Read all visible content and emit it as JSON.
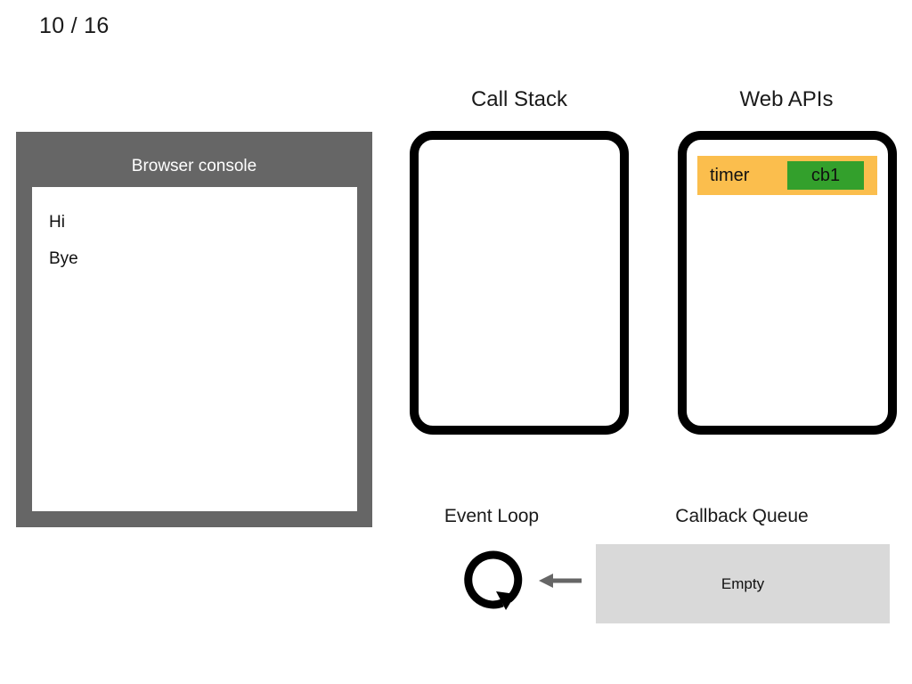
{
  "slide": {
    "counter": "10 / 16"
  },
  "console": {
    "title": "Browser console",
    "lines": [
      "Hi",
      "Bye"
    ]
  },
  "call_stack": {
    "title": "Call Stack",
    "frames": []
  },
  "web_apis": {
    "title": "Web APIs",
    "tasks": [
      {
        "name": "timer",
        "callback": "cb1"
      }
    ]
  },
  "event_loop": {
    "title": "Event Loop",
    "icon": "circular-arrow-icon",
    "arrow_icon": "left-arrow-icon"
  },
  "callback_queue": {
    "title": "Callback Queue",
    "status": "Empty",
    "items": []
  },
  "colors": {
    "console_frame": "#666666",
    "console_background": "#ffffff",
    "box_border": "#000000",
    "webapi_task": "#fbbe4d",
    "callback_badge": "#33a02c",
    "queue_background": "#d9d9d9",
    "arrow": "#666666",
    "text": "#111111",
    "title_text": "#1a1a1a"
  }
}
